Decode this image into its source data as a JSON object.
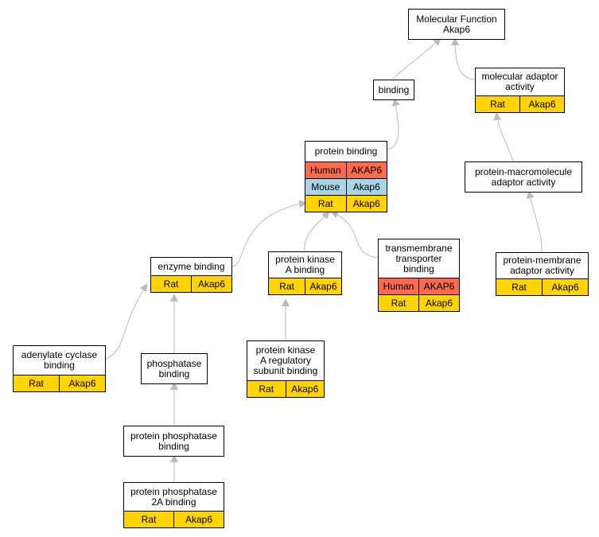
{
  "colors": {
    "Human": "#f96a4e",
    "Mouse": "#a8d4e6",
    "Rat": "#ffd400",
    "edge": "#bbbbbb"
  },
  "nodes": [
    {
      "id": "mf",
      "label": [
        "Molecular Function",
        "Akap6"
      ],
      "rows": []
    },
    {
      "id": "binding",
      "label": [
        "binding"
      ],
      "rows": []
    },
    {
      "id": "mad",
      "label": [
        "molecular adaptor",
        "activity"
      ],
      "rows": [
        {
          "species": "Rat",
          "gene": "Akap6"
        }
      ]
    },
    {
      "id": "pb",
      "label": [
        "protein binding"
      ],
      "rows": [
        {
          "species": "Human",
          "gene": "AKAP6"
        },
        {
          "species": "Mouse",
          "gene": "Akap6"
        },
        {
          "species": "Rat",
          "gene": "Akap6"
        }
      ]
    },
    {
      "id": "pmaa",
      "label": [
        "protein-macromolecule",
        "adaptor activity"
      ],
      "rows": []
    },
    {
      "id": "eb",
      "label": [
        "enzyme binding"
      ],
      "rows": [
        {
          "species": "Rat",
          "gene": "Akap6"
        }
      ]
    },
    {
      "id": "pkab",
      "label": [
        "protein kinase",
        "A binding"
      ],
      "rows": [
        {
          "species": "Rat",
          "gene": "Akap6"
        }
      ]
    },
    {
      "id": "ttb",
      "label": [
        "transmembrane",
        "transporter",
        "binding"
      ],
      "rows": [
        {
          "species": "Human",
          "gene": "AKAP6"
        },
        {
          "species": "Rat",
          "gene": "Akap6"
        }
      ]
    },
    {
      "id": "pmemb",
      "label": [
        "protein-membrane",
        "adaptor activity"
      ],
      "rows": [
        {
          "species": "Rat",
          "gene": "Akap6"
        }
      ]
    },
    {
      "id": "acb",
      "label": [
        "adenylate cyclase",
        "binding"
      ],
      "rows": [
        {
          "species": "Rat",
          "gene": "Akap6"
        }
      ]
    },
    {
      "id": "phb",
      "label": [
        "phosphatase",
        "binding"
      ],
      "rows": []
    },
    {
      "id": "pkar",
      "label": [
        "protein kinase",
        "A regulatory",
        "subunit binding"
      ],
      "rows": [
        {
          "species": "Rat",
          "gene": "Akap6"
        }
      ]
    },
    {
      "id": "ppb",
      "label": [
        "protein phosphatase",
        "binding"
      ],
      "rows": []
    },
    {
      "id": "pp2a",
      "label": [
        "protein phosphatase",
        "2A binding"
      ],
      "rows": [
        {
          "species": "Rat",
          "gene": "Akap6"
        }
      ]
    }
  ]
}
